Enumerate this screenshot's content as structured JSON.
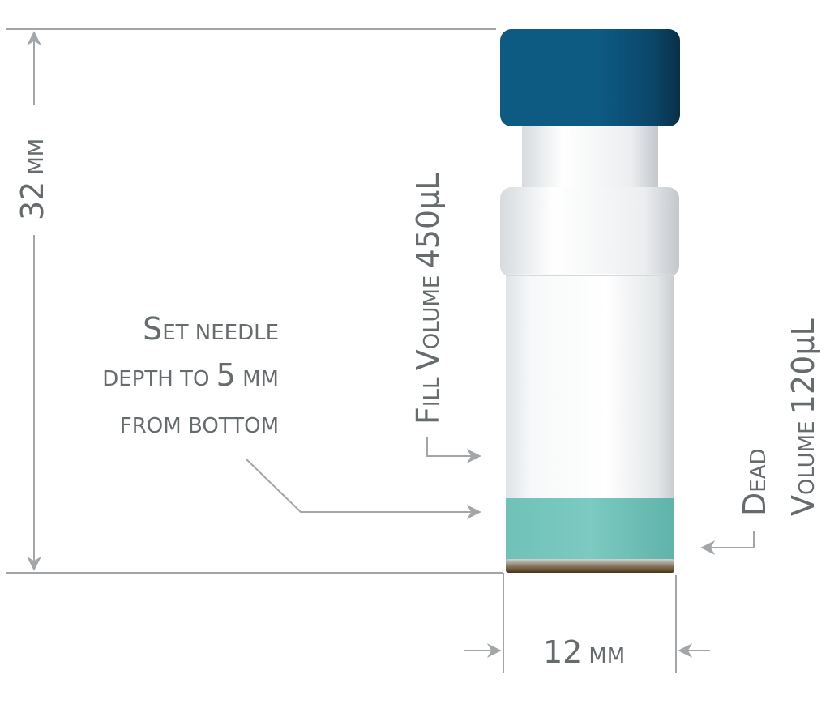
{
  "colors": {
    "dimension_line": "#a3a6a8",
    "label_text": "#666b6e",
    "cap": "#0d5a82",
    "cap_dark": "#0a3f5e",
    "vial_glass": "#f3f5f6",
    "dead_volume_fill": "#7ccac1",
    "base": "#4a3418"
  },
  "labels": {
    "height": {
      "number": "32",
      "unit": "MM"
    },
    "width": {
      "number": "12",
      "unit": "MM"
    },
    "needle_line1": {
      "cap": "S",
      "rest": "ET NEEDLE"
    },
    "needle_line2": {
      "pre": "DEPTH TO ",
      "number": "5",
      "post": " MM"
    },
    "needle_line3": "FROM BOTTOM",
    "fill": {
      "cap1": "F",
      "rest1": "ILL ",
      "cap2": "V",
      "rest2": "OLUME ",
      "value": "450µL"
    },
    "dead_line1": {
      "cap": "D",
      "rest": "EAD"
    },
    "dead_line2": {
      "cap": "V",
      "rest": "OLUME ",
      "value": "120µL"
    }
  }
}
